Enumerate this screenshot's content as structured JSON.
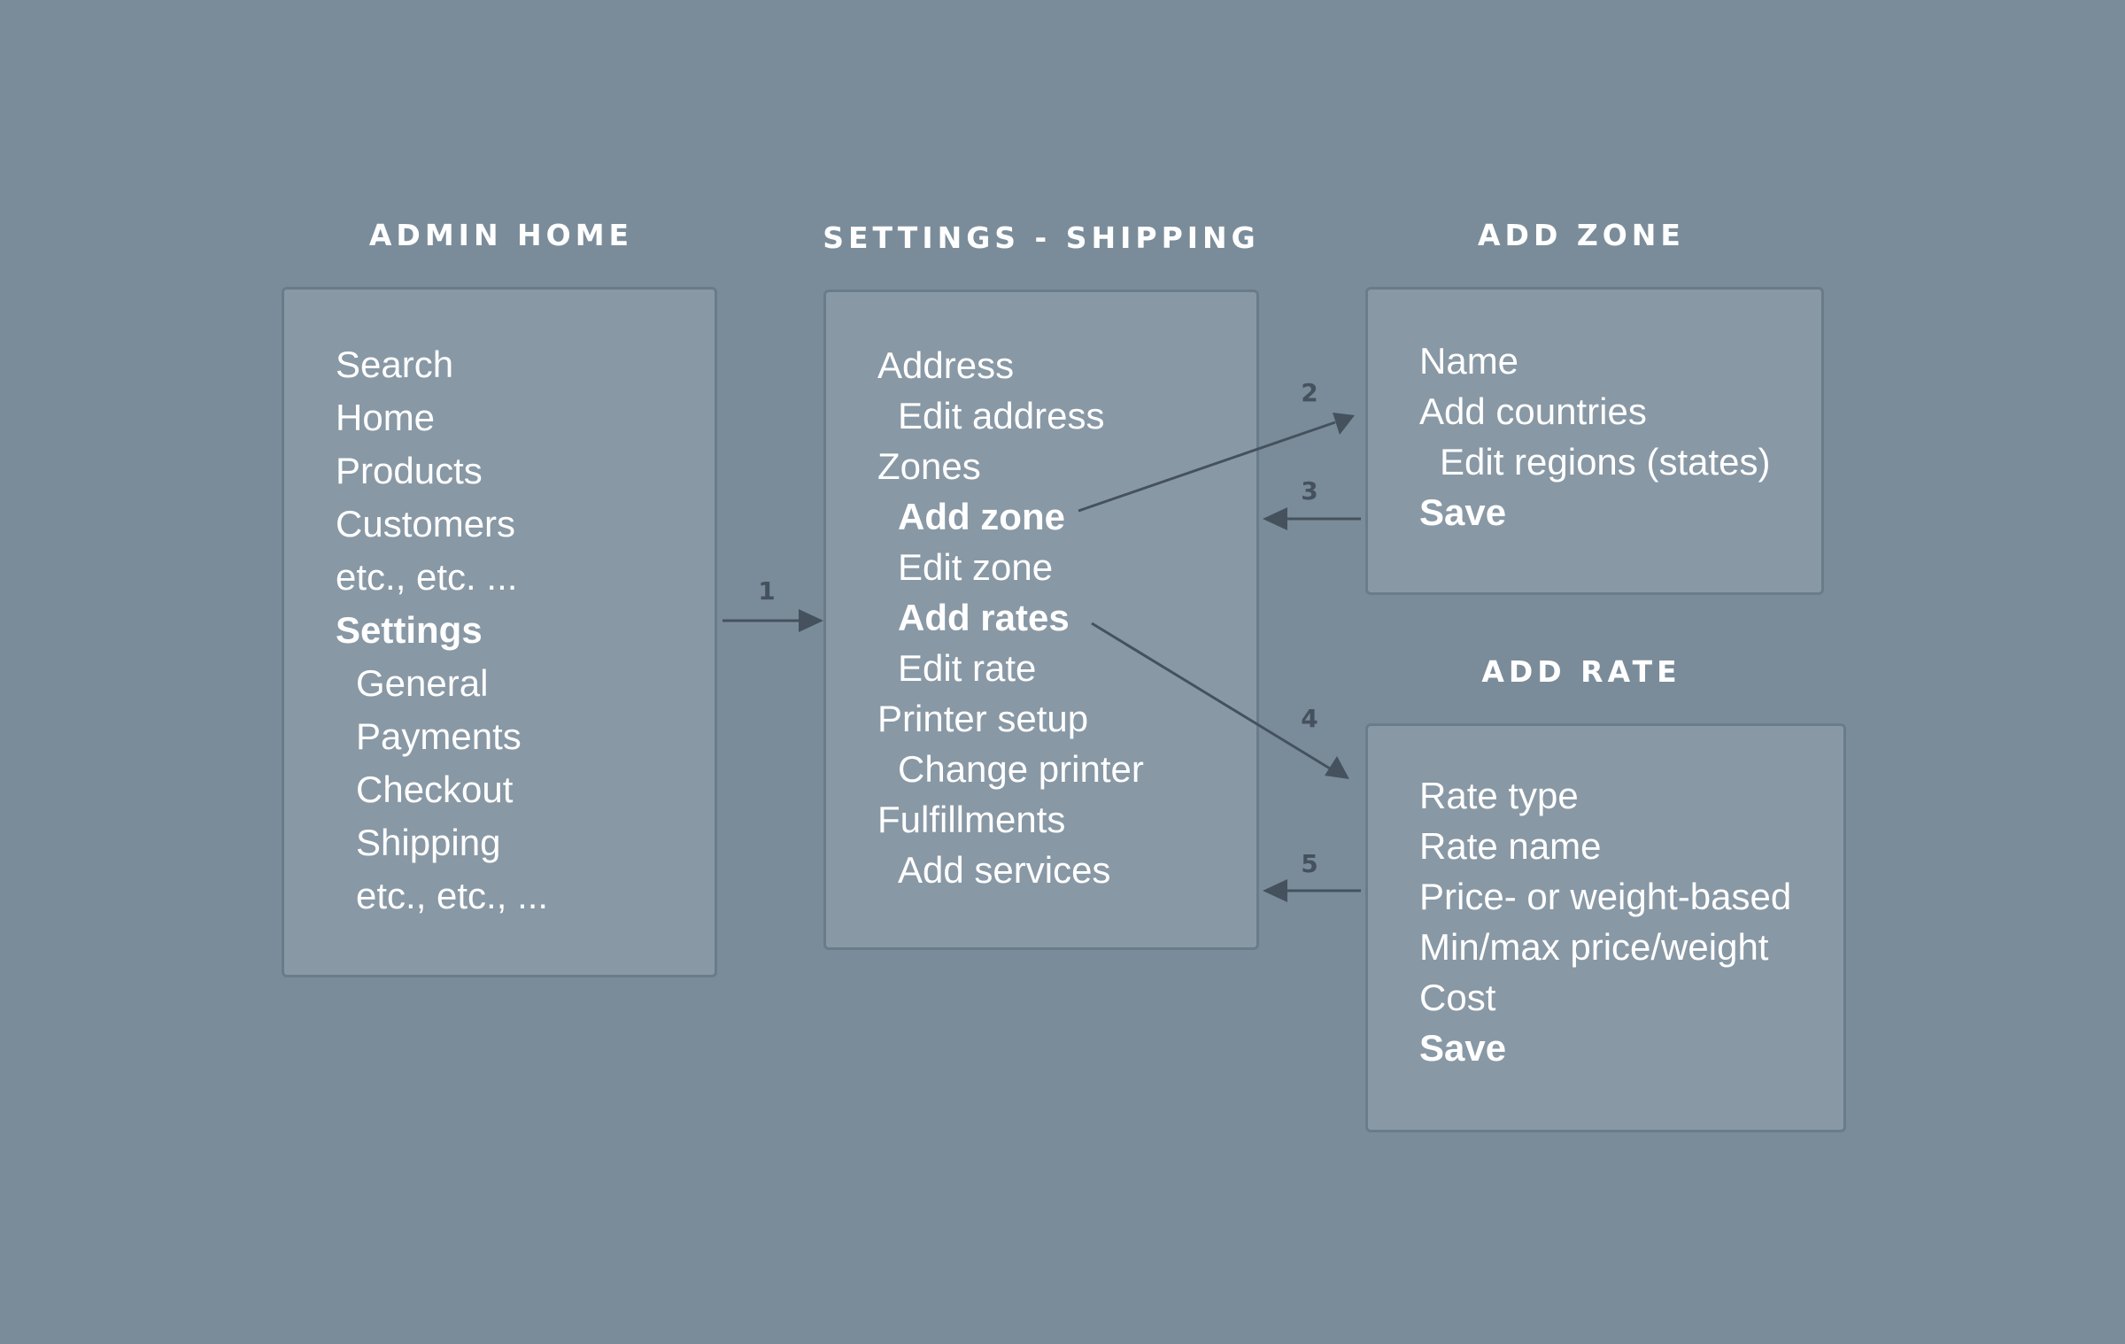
{
  "headings": {
    "admin_home": "ADMIN HOME",
    "settings_shipping": "SETTINGS - SHIPPING",
    "add_zone": "ADD ZONE",
    "add_rate": "ADD RATE"
  },
  "admin_home": {
    "items": [
      {
        "label": "Search",
        "indent": false,
        "bold": false
      },
      {
        "label": "Home",
        "indent": false,
        "bold": false
      },
      {
        "label": "Products",
        "indent": false,
        "bold": false
      },
      {
        "label": "Customers",
        "indent": false,
        "bold": false
      },
      {
        "label": "etc., etc. ...",
        "indent": false,
        "bold": false
      },
      {
        "label": "Settings",
        "indent": false,
        "bold": true
      },
      {
        "label": "General",
        "indent": true,
        "bold": false
      },
      {
        "label": "Payments",
        "indent": true,
        "bold": false
      },
      {
        "label": "Checkout",
        "indent": true,
        "bold": false
      },
      {
        "label": "Shipping",
        "indent": true,
        "bold": false
      },
      {
        "label": "etc., etc., ...",
        "indent": true,
        "bold": false
      }
    ]
  },
  "settings_shipping": {
    "items": [
      {
        "label": "Address",
        "indent": false,
        "bold": false
      },
      {
        "label": "Edit address",
        "indent": true,
        "bold": false
      },
      {
        "label": "Zones",
        "indent": false,
        "bold": false
      },
      {
        "label": "Add zone",
        "indent": true,
        "bold": true
      },
      {
        "label": "Edit zone",
        "indent": true,
        "bold": false
      },
      {
        "label": "Add rates",
        "indent": true,
        "bold": true
      },
      {
        "label": "Edit rate",
        "indent": true,
        "bold": false
      },
      {
        "label": "Printer setup",
        "indent": false,
        "bold": false
      },
      {
        "label": "Change printer",
        "indent": true,
        "bold": false
      },
      {
        "label": "Fulfillments",
        "indent": false,
        "bold": false
      },
      {
        "label": "Add services",
        "indent": true,
        "bold": false
      }
    ]
  },
  "add_zone": {
    "items": [
      {
        "label": "Name",
        "indent": false,
        "bold": false
      },
      {
        "label": "Add countries",
        "indent": false,
        "bold": false
      },
      {
        "label": "Edit regions (states)",
        "indent": true,
        "bold": false
      },
      {
        "label": "Save",
        "indent": false,
        "bold": true
      }
    ]
  },
  "add_rate": {
    "items": [
      {
        "label": "Rate type",
        "indent": false,
        "bold": false
      },
      {
        "label": "Rate name",
        "indent": false,
        "bold": false
      },
      {
        "label": "Price- or weight-based",
        "indent": false,
        "bold": false
      },
      {
        "label": "Min/max price/weight",
        "indent": false,
        "bold": false
      },
      {
        "label": "Cost",
        "indent": false,
        "bold": false
      },
      {
        "label": "Save",
        "indent": false,
        "bold": true
      }
    ]
  },
  "steps": [
    "1",
    "2",
    "3",
    "4",
    "5"
  ],
  "colors": {
    "background": "#7a8c9a",
    "box_fill": "#8898a5",
    "box_border": "#6a7b89",
    "text": "#ffffff",
    "arrow": "#45525e"
  }
}
